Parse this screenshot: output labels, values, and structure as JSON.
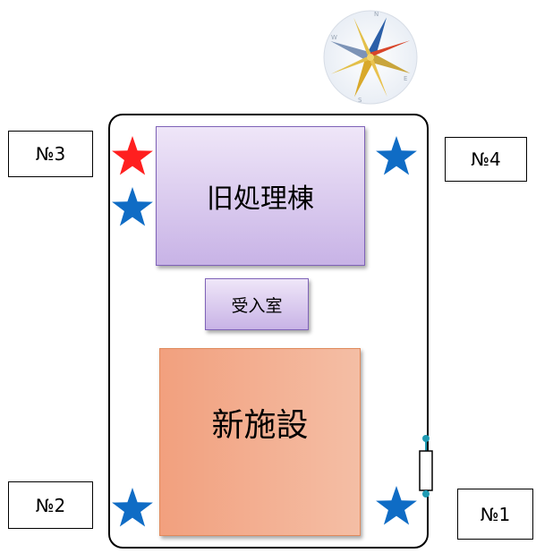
{
  "compass": {
    "icon": "compass-rose-icon"
  },
  "buildings": {
    "old": "旧処理棟",
    "reception": "受入室",
    "new": "新施設"
  },
  "points": {
    "p1": "№1",
    "p2": "№2",
    "p3": "№3",
    "p4": "№4"
  },
  "colors": {
    "star_blue": "#0f6cc5",
    "star_red": "#ff1f1f",
    "old_fill": "#c8b3e6",
    "new_fill": "#f2a07e",
    "gate_accent": "#1f9bb3"
  }
}
